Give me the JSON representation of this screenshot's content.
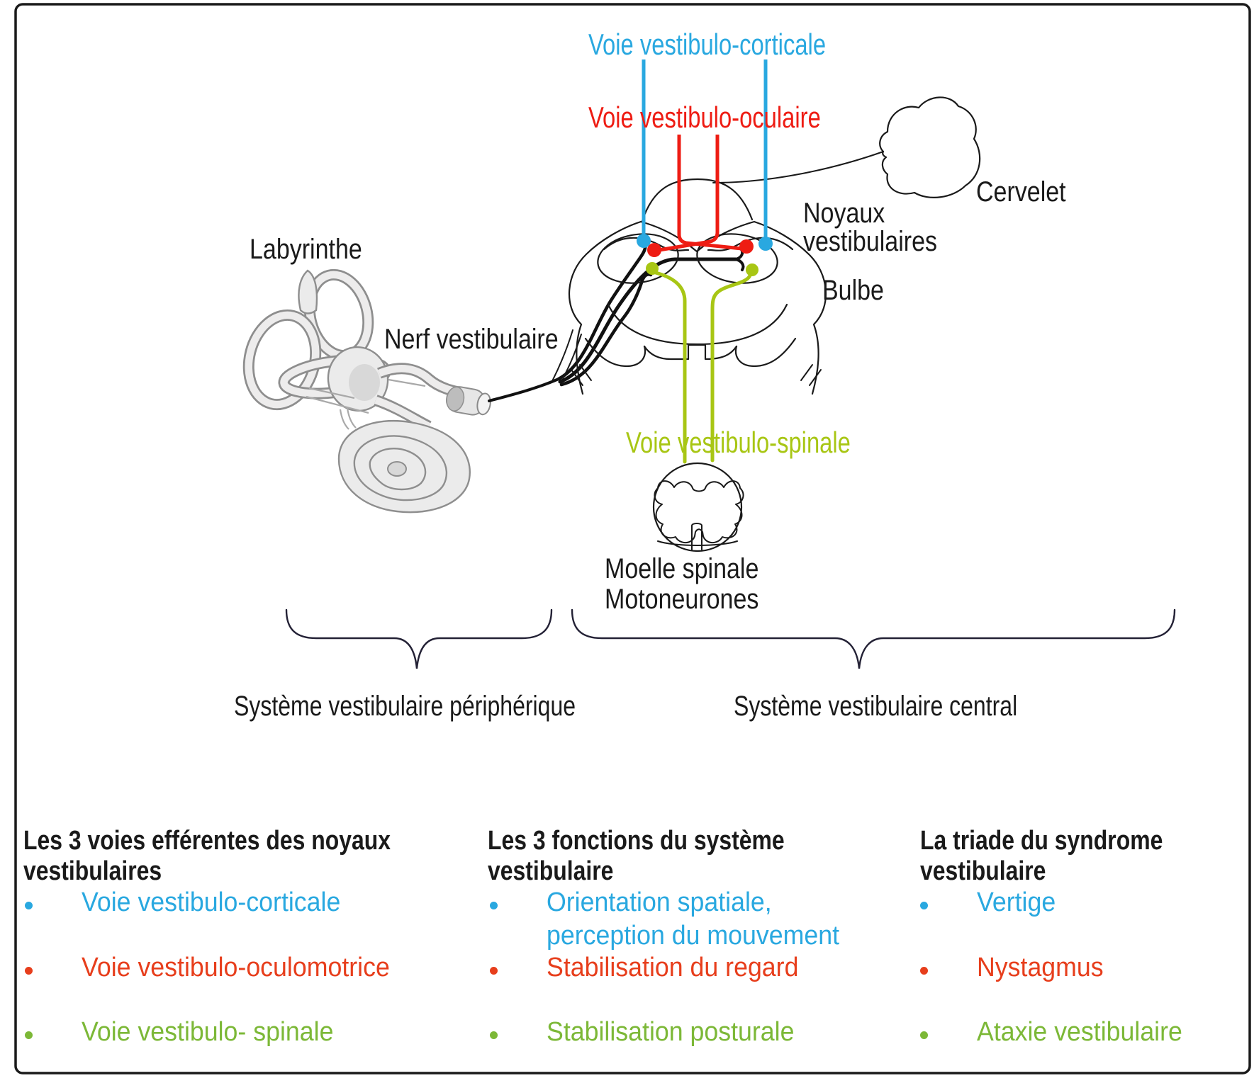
{
  "colors": {
    "ink": "#1a1a1a",
    "blue": "#29a8e0",
    "red": "#ee1c13",
    "green": "#a8c614",
    "bullet_red": "#e73e1c",
    "bullet_green": "#7cb837"
  },
  "pathway_labels": {
    "corticale": "Voie vestibulo-corticale",
    "oculaire": "Voie vestibulo-oculaire",
    "spinale": "Voie vestibulo-spinale"
  },
  "anatomy_labels": {
    "labyrinthe": "Labyrinthe",
    "nerf": "Nerf vestibulaire",
    "cervelet": "Cervelet",
    "noyaux_line1": "Noyaux",
    "noyaux_line2": "vestibulaires",
    "bulbe": "Bulbe",
    "moelle_line1": "Moelle spinale",
    "moelle_line2": "Motoneurones"
  },
  "system_labels": {
    "peripherique": "Système vestibulaire périphérique",
    "central": "Système vestibulaire central"
  },
  "legend": {
    "columns": [
      {
        "title_line1": "Les 3 voies efférentes des noyaux",
        "title_line2": "vestibulaires",
        "items": [
          {
            "text": "Voie vestibulo-corticale"
          },
          {
            "text": "Voie vestibulo-oculomotrice"
          },
          {
            "text": "Voie vestibulo- spinale"
          }
        ]
      },
      {
        "title_line1": "Les 3 fonctions du système",
        "title_line2": "vestibulaire",
        "items": [
          {
            "line1": "Orientation spatiale,",
            "line2": "perception du mouvement"
          },
          {
            "text": "Stabilisation du regard"
          },
          {
            "text": "Stabilisation posturale"
          }
        ]
      },
      {
        "title_line1": "La triade du syndrome",
        "title_line2": "vestibulaire",
        "items": [
          {
            "text": "Vertige"
          },
          {
            "text": "Nystagmus"
          },
          {
            "text": "Ataxie vestibulaire"
          }
        ]
      }
    ]
  }
}
